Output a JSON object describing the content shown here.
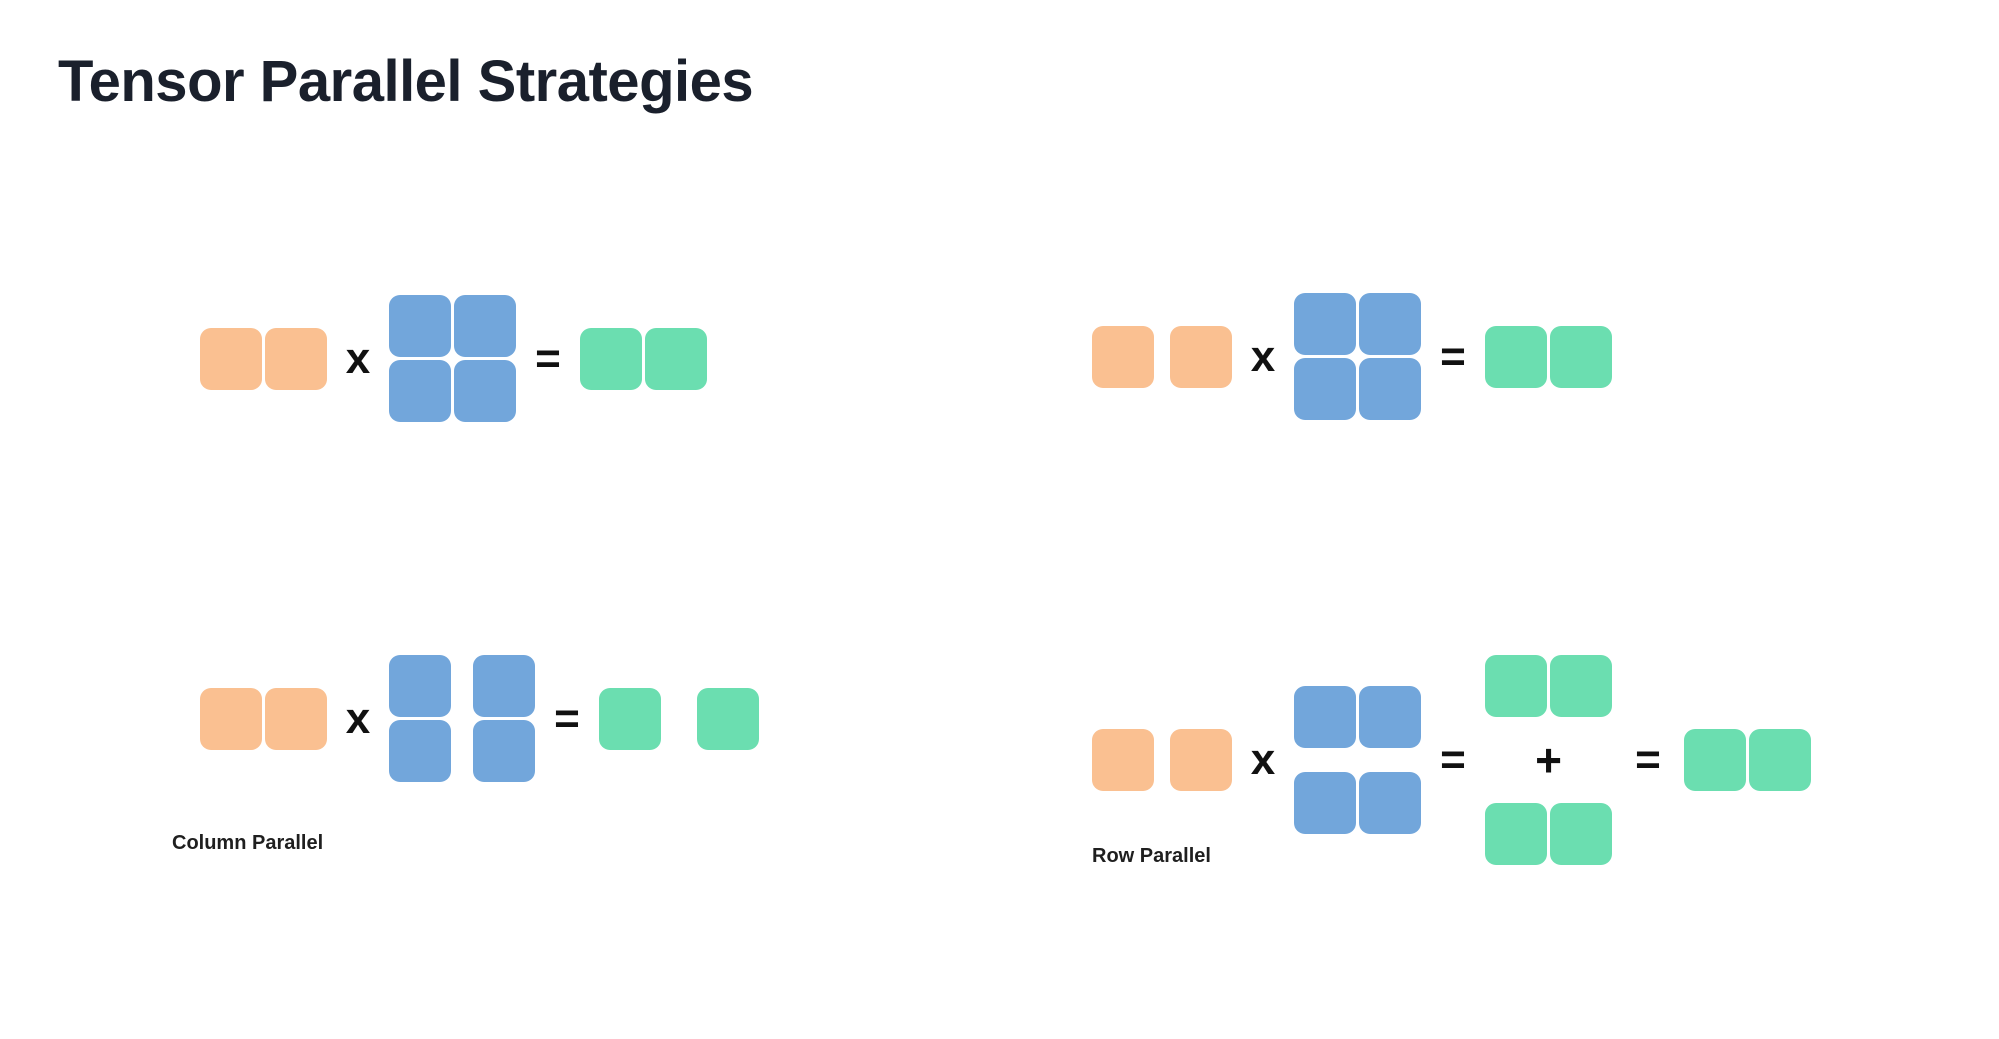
{
  "page": {
    "title": "Tensor Parallel Strategies",
    "background": "#ffffff"
  },
  "colors": {
    "input_orange": "#fac091",
    "weight_blue": "#72a6db",
    "output_green": "#6bdeb0",
    "title_text": "#1a202c",
    "operator_text": "#111111"
  },
  "operators": {
    "multiply": "x",
    "equals": "=",
    "plus": "+"
  },
  "sections": [
    {
      "id": "column-parallel",
      "caption": "Column Parallel",
      "rows": [
        {
          "id": "column-parallel-unsharded",
          "input": {
            "shape": "1x2",
            "color": "orange",
            "split": "none"
          },
          "weight": {
            "shape": "2x2",
            "color": "blue",
            "split": "none"
          },
          "output": {
            "shape": "1x2",
            "color": "green",
            "split": "none"
          }
        },
        {
          "id": "column-parallel-sharded",
          "input": {
            "shape": "1x2",
            "color": "orange",
            "split": "none"
          },
          "weight": {
            "shape": "2x2",
            "color": "blue",
            "split": "column"
          },
          "output": {
            "shape": "1x2",
            "color": "green",
            "split": "column"
          }
        }
      ]
    },
    {
      "id": "row-parallel",
      "caption": "Row Parallel",
      "rows": [
        {
          "id": "row-parallel-unsharded",
          "input": {
            "shape": "1x2",
            "color": "orange",
            "split": "none"
          },
          "weight": {
            "shape": "2x2",
            "color": "blue",
            "split": "none"
          },
          "output": {
            "shape": "1x2",
            "color": "green",
            "split": "none"
          }
        },
        {
          "id": "row-parallel-sharded",
          "input": {
            "shape": "1x2",
            "color": "orange",
            "split": "none"
          },
          "weight": {
            "shape": "2x2",
            "color": "blue",
            "split": "row"
          },
          "partials": [
            {
              "shape": "1x2",
              "color": "green"
            },
            {
              "shape": "1x2",
              "color": "green"
            }
          ],
          "output": {
            "shape": "1x2",
            "color": "green",
            "split": "none"
          }
        }
      ]
    }
  ]
}
